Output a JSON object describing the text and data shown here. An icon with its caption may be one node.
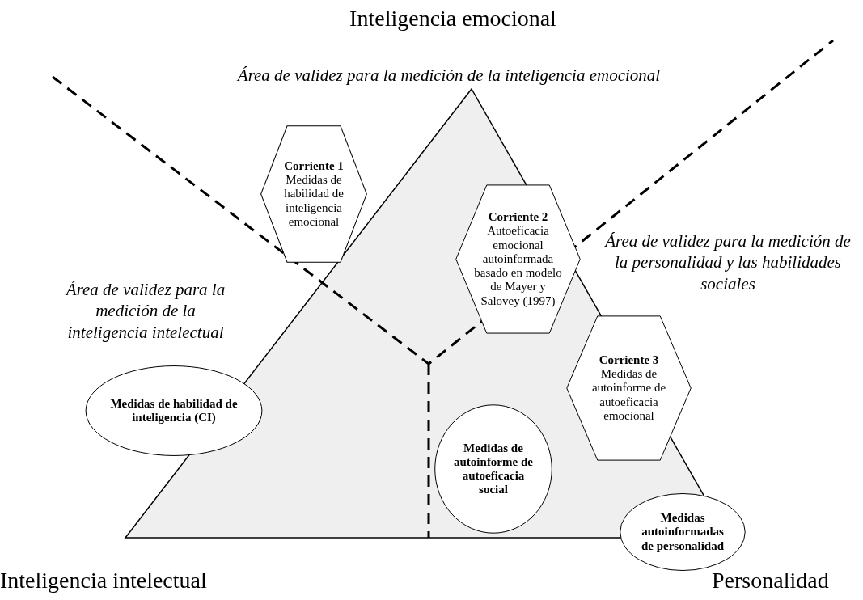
{
  "diagram": {
    "nodes": [
      {
        "text": [
          "Corriente 1",
          "Medidas de habilidad de inteligencia emocional"
        ]
      },
      {
        "text": [
          "Corriente 2",
          "Autoeficacia emocional autoinformada basado en modelo de Mayer y Salovey (1997)"
        ]
      },
      {
        "text": [
          "Corriente 3",
          "Medidas de autoinforme de autoeficacia emocional"
        ]
      },
      {
        "text": [
          "Medidas de habilidad de inteligencia (CI)"
        ]
      },
      {
        "text": [
          "Medidas de autoinforme de autoeficacia social"
        ]
      },
      {
        "text": [
          "Medidas autoinformadas de personalidad"
        ]
      }
    ],
    "edges": [],
    "labels": [
      "Inteligencia emocional",
      "Área de validez para la medición de la inteligencia emocional",
      "Área de validez para la medición de la personalidad y las habilidades sociales",
      "Área de validez para la medición de la inteligencia intelectual",
      "Inteligencia intelectual",
      "Personalidad"
    ]
  }
}
